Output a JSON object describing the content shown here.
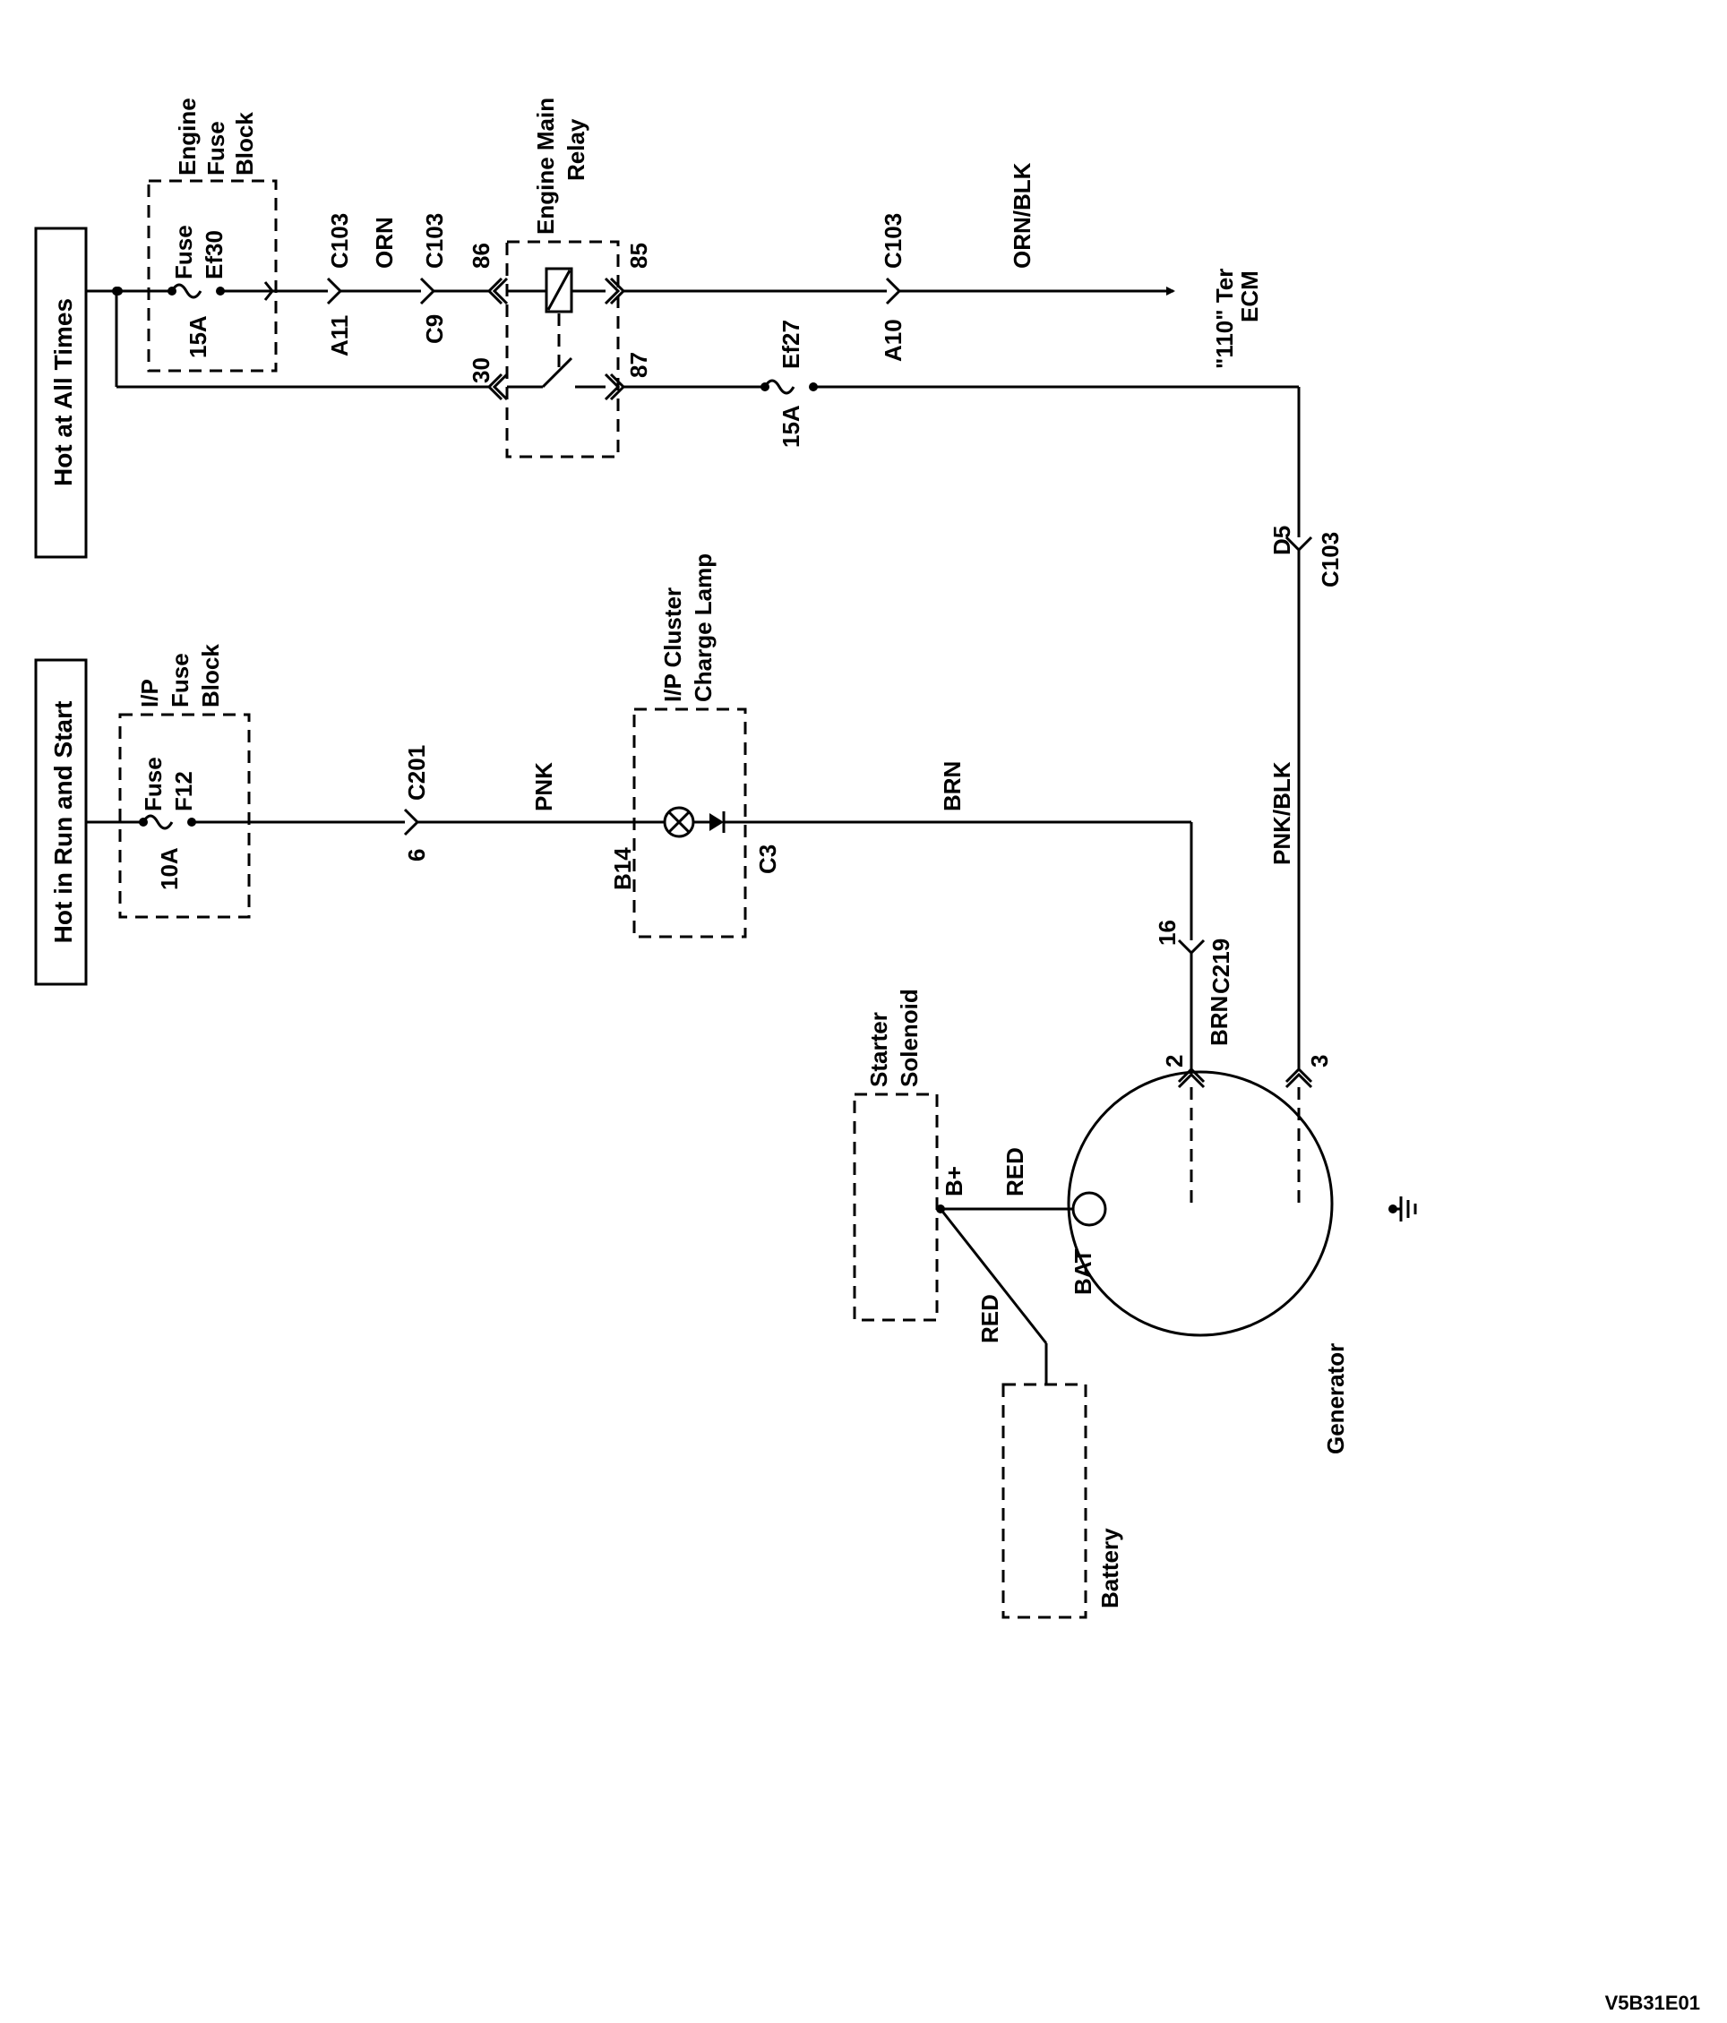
{
  "power_sources": {
    "hot_at_all_times": "Hot at All Times",
    "hot_in_run_and_start": "Hot in Run and Start"
  },
  "engine_fuse_block": {
    "title_line1": "Engine",
    "title_line2": "Fuse",
    "title_line3": "Block",
    "fuse_label": "Fuse",
    "fuse_id": "Ef30",
    "fuse_rating": "15A"
  },
  "ip_fuse_block": {
    "title_line1": "I/P",
    "title_line2": "Fuse",
    "title_line3": "Block",
    "fuse_label": "Fuse",
    "fuse_id": "F12",
    "fuse_rating": "10A"
  },
  "engine_main_relay": {
    "title_line1": "Engine Main",
    "title_line2": "Relay",
    "pin_86": "86",
    "pin_85": "85",
    "pin_30": "30",
    "pin_87": "87"
  },
  "connectors": {
    "a11": "A11",
    "c103_1": "C103",
    "c9": "C9",
    "c103_2": "C103",
    "a10": "A10",
    "c103_3": "C103",
    "d5": "D5",
    "c103_4": "C103",
    "pin_6": "6",
    "c201": "C201",
    "pin_16": "16",
    "c219": "C219"
  },
  "fuse_ef27": {
    "id": "Ef27",
    "rating": "15A"
  },
  "wires": {
    "orn": "ORN",
    "orn_blk": "ORN/BLK",
    "pnk": "PNK",
    "brn_1": "BRN",
    "brn_2": "BRN",
    "pnk_blk": "PNK/BLK",
    "red_1": "RED",
    "red_2": "RED"
  },
  "ecm": {
    "line1": "\"110\" Ter",
    "line2": "ECM"
  },
  "ip_cluster": {
    "title_line1": "I/P Cluster",
    "title_line2": "Charge Lamp",
    "pin_b14": "B14",
    "pin_c3": "C3"
  },
  "generator": {
    "label": "Generator",
    "bat": "BAT",
    "pin_2": "2",
    "pin_3": "3"
  },
  "starter_solenoid": {
    "title_line1": "Starter",
    "title_line2": "Solenoid",
    "b_plus": "B+"
  },
  "battery": {
    "label": "Battery"
  },
  "figure_code": "V5B31E01"
}
